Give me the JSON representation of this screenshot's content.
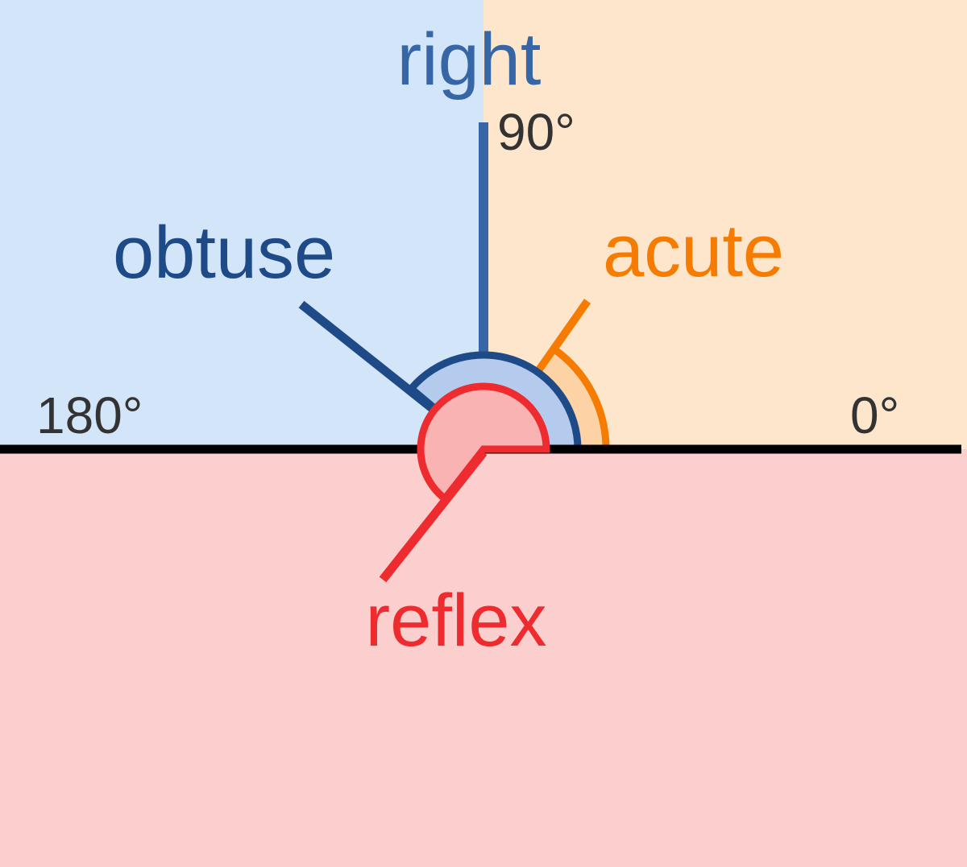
{
  "diagram": {
    "title": "Types of angles",
    "colors": {
      "obtuse_region": "#d3e5f8",
      "acute_region": "#fee6cc",
      "reflex_region": "#fccfcf",
      "right_line": "#3666a6",
      "obtuse_line": "#1f4a88",
      "obtuse_arc_fill": "#b4cbed",
      "acute_line": "#f57c00",
      "acute_arc_fill": "#fdd3a5",
      "reflex_line": "#ee2b2e",
      "reflex_arc_fill": "#f9b3b3",
      "baseline": "#000000",
      "degree_text": "#333333"
    },
    "labels": {
      "right": "right",
      "obtuse": "obtuse",
      "acute": "acute",
      "reflex": "reflex",
      "deg90": "90°",
      "deg180": "180°",
      "deg0": "0°"
    },
    "angles": [
      {
        "name": "acute",
        "degrees": 55
      },
      {
        "name": "right",
        "degrees": 90
      },
      {
        "name": "obtuse",
        "degrees": 140
      },
      {
        "name": "reflex",
        "degrees": 232
      }
    ]
  }
}
